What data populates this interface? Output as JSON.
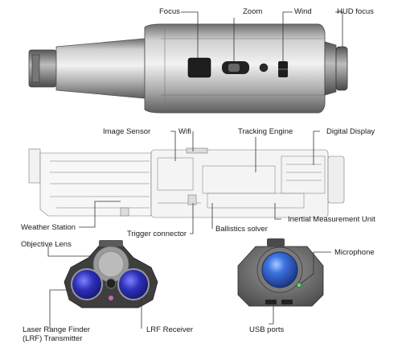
{
  "labels": {
    "focus": "Focus",
    "zoom": "Zoom",
    "wind": "Wind",
    "hud_focus": "HUD focus",
    "image_sensor": "Image Sensor",
    "wifi": "Wifi",
    "tracking_engine": "Tracking Engine",
    "digital_display": "Digital Display",
    "weather_station": "Weather Station",
    "inertial_measurement_unit": "Inertial Measurement Unit",
    "trigger_connector": "Trigger connector",
    "ballistics_solver": "Ballistics solver",
    "objective_lens": "Objective Lens",
    "microphone": "Microphone",
    "lrf_transmitter": "Laser Range Finder (LRF) Transmitter",
    "lrf_receiver": "LRF  Receiver",
    "usb_ports": "USB ports"
  },
  "colors": {
    "body_metal": "#9a9a9a",
    "lens_blue": "#2d2fb8",
    "outline": "#555555",
    "leader_line": "#333333"
  }
}
